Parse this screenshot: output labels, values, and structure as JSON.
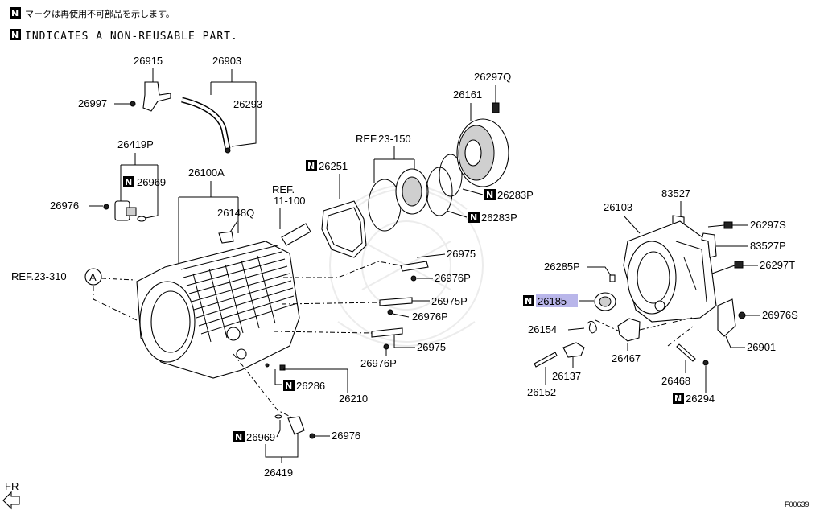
{
  "header": {
    "jp_note": "マークは再使用不可部品を示します。",
    "en_note": "INDICATES A NON-REUSABLE PART.",
    "n_symbol": "N"
  },
  "labels": {
    "p26915": "26915",
    "p26903": "26903",
    "p26997": "26997",
    "p26293": "26293",
    "p26419P": "26419P",
    "p26969a": "26969",
    "p26976a": "26976",
    "p26100A": "26100A",
    "ref11": "REF.",
    "ref11b": "11-100",
    "p26148Q": "26148Q",
    "ref23_310": "REF.23-310",
    "circleA": "A",
    "p26251": "26251",
    "ref23_150": "REF.23-150",
    "p26297Q": "26297Q",
    "p26161": "26161",
    "p26283Pa": "26283P",
    "p26283Pb": "26283P",
    "p26975a": "26975",
    "p26976Pa": "26976P",
    "p26975P": "26975P",
    "p26976Pb": "26976P",
    "p26975b": "26975",
    "p26976Pc": "26976P",
    "p26286": "26286",
    "p26210": "26210",
    "p26969b": "26969",
    "p26976b": "26976",
    "p26419": "26419",
    "p83527": "83527",
    "p26103": "26103",
    "p26297S": "26297S",
    "p83527P": "83527P",
    "p26285P": "26285P",
    "p26297T": "26297T",
    "p26185": "26185",
    "p26976S": "26976S",
    "p26154": "26154",
    "p26901": "26901",
    "p26467": "26467",
    "p26137": "26137",
    "p26468": "26468",
    "p26152": "26152",
    "p26294": "26294",
    "fr": "FR",
    "figure_code": "F00639"
  },
  "colors": {
    "highlight": "#b9b6ea",
    "n_tag": "#000000"
  }
}
